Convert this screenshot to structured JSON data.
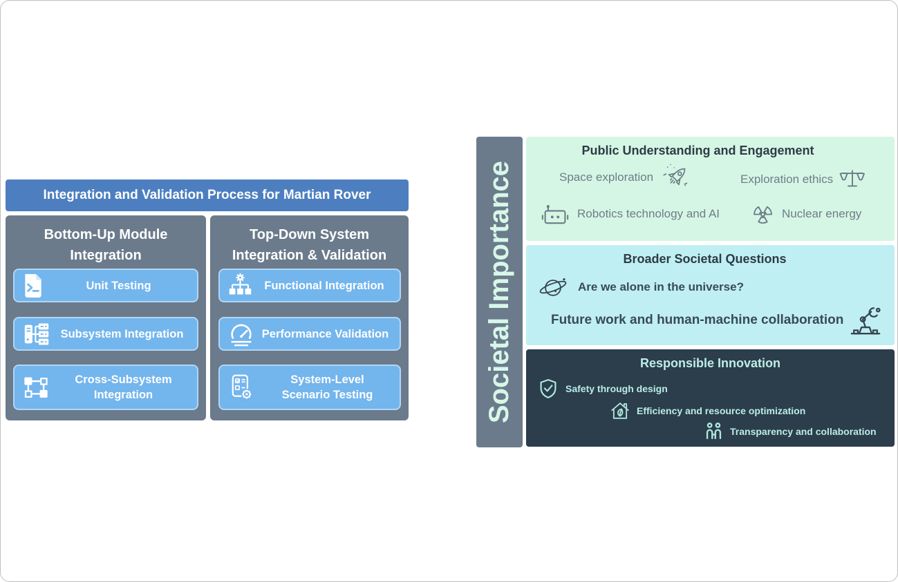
{
  "left_diagram": {
    "title": "Integration and Validation Process for Martian Rover",
    "columns": [
      {
        "title": "Bottom-Up Module Integration",
        "items": [
          {
            "label": "Unit Testing",
            "icon": "file-terminal"
          },
          {
            "label": "Subsystem Integration",
            "icon": "server-rack"
          },
          {
            "label": "Cross-Subsystem Integration",
            "icon": "network-nodes"
          }
        ]
      },
      {
        "title": "Top-Down System Integration & Validation",
        "items": [
          {
            "label": "Functional Integration",
            "icon": "hierarchy-gear"
          },
          {
            "label": "Performance Validation",
            "icon": "gauge"
          },
          {
            "label": "System-Level Scenario Testing",
            "icon": "checklist-gear"
          }
        ]
      }
    ]
  },
  "right_diagram": {
    "sidebar_label": "Societal Importance",
    "panels": [
      {
        "title": "Public Understanding and Engagement",
        "items": [
          {
            "label": "Space exploration",
            "icon": "rocket"
          },
          {
            "label": "Exploration ethics",
            "icon": "scales"
          },
          {
            "label": "Robotics technology and AI",
            "icon": "robot-head"
          },
          {
            "label": "Nuclear energy",
            "icon": "radiation"
          }
        ]
      },
      {
        "title": "Broader Societal Questions",
        "items": [
          {
            "label": "Are we alone in the universe?",
            "icon": "planet"
          },
          {
            "label": "Future work and human-machine collaboration",
            "icon": "robot-arm"
          }
        ]
      },
      {
        "title": "Responsible Innovation",
        "items": [
          {
            "label": "Safety through design",
            "icon": "shield-check"
          },
          {
            "label": "Efficiency and resource optimization",
            "icon": "house-leaf"
          },
          {
            "label": "Transparency and collaboration",
            "icon": "people"
          }
        ]
      }
    ]
  },
  "colors": {
    "header_blue": "#4d7fc0",
    "panel_slate": "#6b7b8c",
    "item_blue": "#73b5ed",
    "mint_panel": "#d5f6e4",
    "cyan_panel": "#bfeff2",
    "dark_panel": "#2c3d4c"
  }
}
